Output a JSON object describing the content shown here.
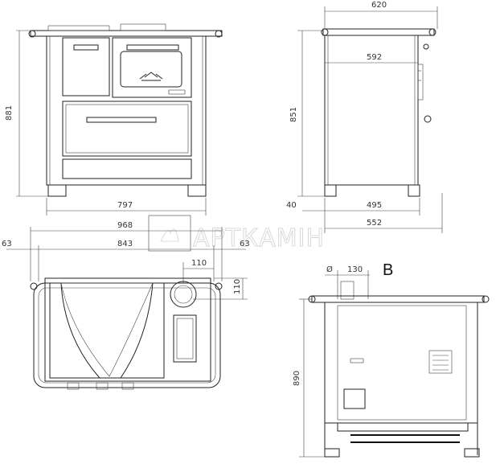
{
  "dimensions": {
    "front_height": "881",
    "front_width": "797",
    "side_width_top": "620",
    "side_inner": "592",
    "side_height": "851",
    "side_leg": "40",
    "side_depth": "495",
    "side_total": "552",
    "top_total": "968",
    "top_inner": "843",
    "top_left_margin": "63",
    "top_right_margin": "63",
    "flue_offset_x": "110",
    "flue_offset_y": "110",
    "rear_diameter_symbol": "Ø",
    "rear_offset": "130",
    "rear_height": "890"
  },
  "labels": {
    "view_b": "B",
    "watermark": "АРТКАМІН"
  },
  "colors": {
    "panel_gray": "#d9d9d9",
    "line": "#222222"
  }
}
